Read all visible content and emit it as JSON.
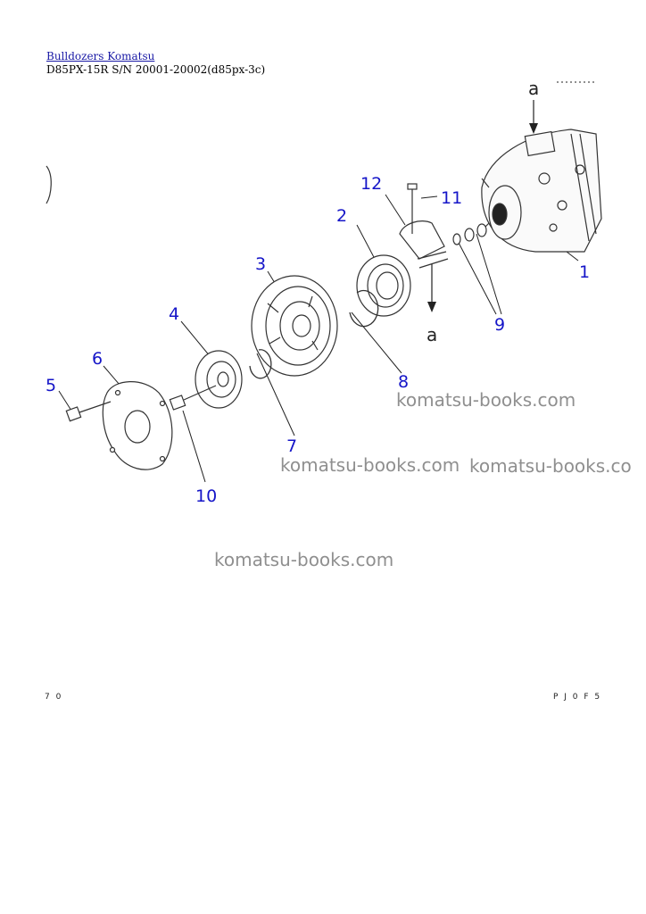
{
  "header": {
    "breadcrumb_link": "Bulldozers Komatsu",
    "model_line": "D85PX-15R S/N 20001-20002(d85px-3c)"
  },
  "diagram": {
    "callouts": {
      "c1": "1",
      "c2": "2",
      "c3": "3",
      "c4": "4",
      "c5": "5",
      "c6": "6",
      "c7": "7",
      "c8": "8",
      "c9": "9",
      "c10": "10",
      "c11": "11",
      "c12": "12"
    },
    "refs": {
      "top": "a",
      "mid": "a"
    }
  },
  "watermarks": [
    "komatsu-books.com",
    "komatsu-books.com",
    "komatsu-books.co",
    "komatsu-books.com"
  ],
  "footer": {
    "left": "7 0",
    "right": "P J 0 F 5"
  },
  "colors": {
    "callout": "#1515c8",
    "link": "#1a1aa6",
    "watermark": "#8f8f8f"
  }
}
